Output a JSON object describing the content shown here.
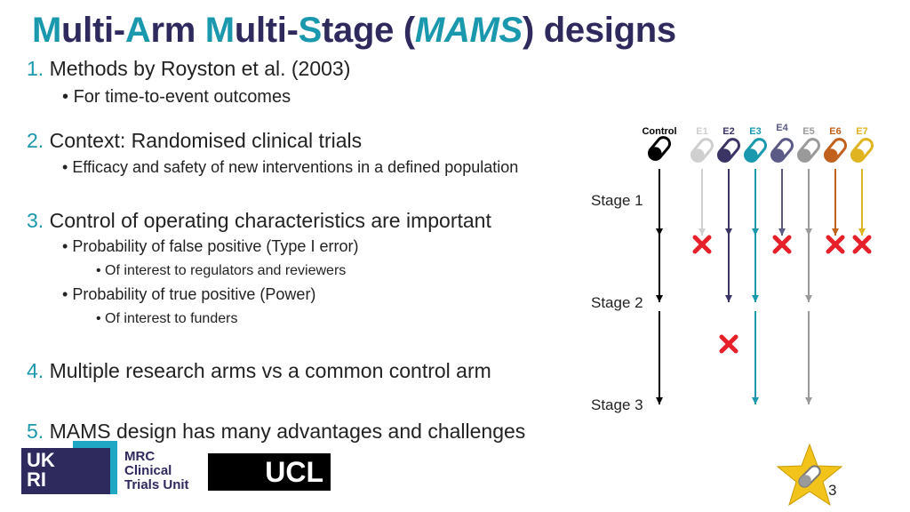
{
  "title": {
    "p1": "M",
    "p2": "ulti-",
    "p3": "A",
    "p4": "rm ",
    "p5": "M",
    "p6": "ulti-",
    "p7": "S",
    "p8": "tage (",
    "p9": "MAMS",
    "p10": ") designs"
  },
  "points": [
    {
      "num": "1.",
      "text": "Methods by Royston et al. (2003)",
      "subs": [
        {
          "text": "For time-to-event outcomes"
        }
      ]
    },
    {
      "num": "2.",
      "text": "Context: Randomised clinical trials",
      "subs": [
        {
          "text": "Efficacy and safety of new interventions in a defined population"
        }
      ]
    },
    {
      "num": "3.",
      "text": "Control of operating characteristics are important",
      "subs": [
        {
          "text": "Probability of false positive (Type I error)",
          "subsub": "Of interest to regulators and reviewers"
        },
        {
          "text": "Probability of true positive (Power)",
          "subsub": "Of interest to funders"
        }
      ]
    },
    {
      "num": "4.",
      "text": "Multiple research arms vs a common control arm"
    },
    {
      "num": "5.",
      "text": "MAMS design has many advantages and challenges"
    }
  ],
  "diagram": {
    "stages": [
      "Stage 1",
      "Stage 2",
      "Stage 3"
    ],
    "arms": [
      {
        "label": "Control",
        "color": "#000000",
        "dropped_after": 0
      },
      {
        "label": "E1",
        "color": "#cfcfcf",
        "dropped_after": 1
      },
      {
        "label": "E2",
        "color": "#3b3566",
        "dropped_after": 2
      },
      {
        "label": "E3",
        "color": "#1a98ad",
        "dropped_after": 0
      },
      {
        "label": "E4",
        "color": "#5b5a86",
        "dropped_after": 1
      },
      {
        "label": "E5",
        "color": "#9a9a9a",
        "dropped_after": 0
      },
      {
        "label": "E6",
        "color": "#c2601e",
        "dropped_after": 1
      },
      {
        "label": "E7",
        "color": "#e0b321",
        "dropped_after": 1
      }
    ]
  },
  "logos": {
    "ukri_line1": "UK",
    "ukri_line2": "RI",
    "mrc_line1": "MRC",
    "mrc_line2": "Clinical",
    "mrc_line3": "Trials Unit",
    "ucl": "UCL"
  },
  "page_number": "3",
  "colors": {
    "title_dark": "#2e2a5e",
    "title_teal": "#1a98ad",
    "drop_x": "#e8202a",
    "star": "#f2c31b"
  }
}
